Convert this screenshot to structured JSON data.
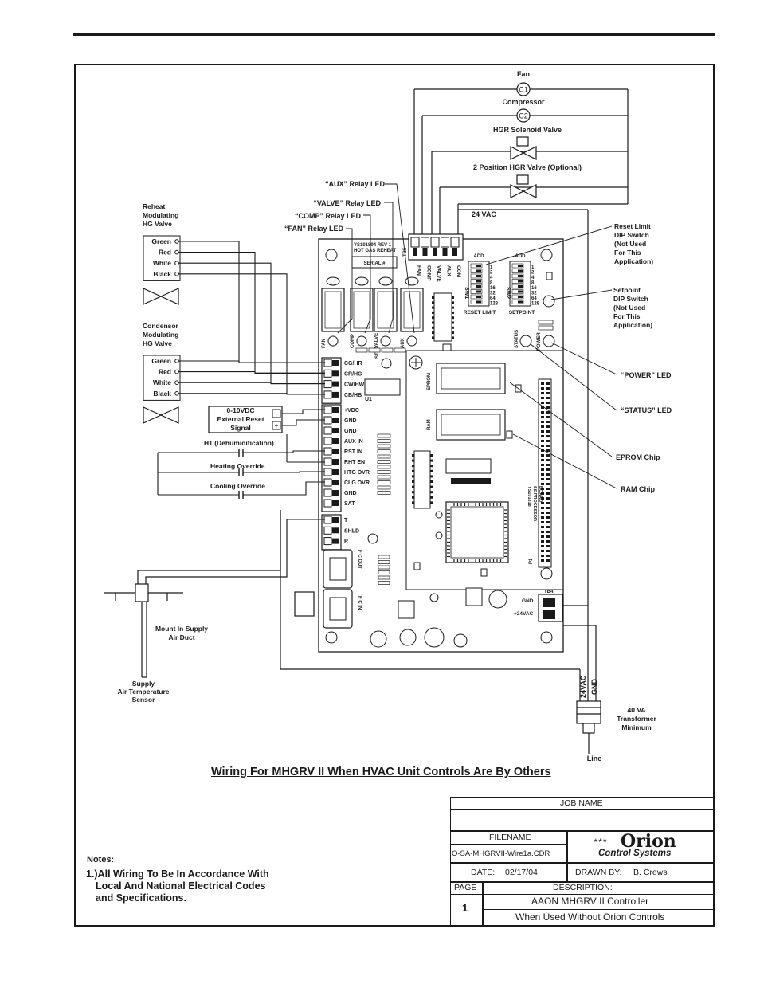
{
  "diagram": {
    "title": "Wiring For MHGRV II When HVAC Unit Controls Are By Others",
    "top_components": {
      "fan": "Fan",
      "c1": "C1",
      "compressor": "Compressor",
      "c2": "C2",
      "hgr_solenoid": "HGR Solenoid Valve",
      "hgr_2pos": "2 Position HGR Valve (Optional)",
      "vac24": "24 VAC"
    },
    "leds": {
      "aux": "“AUX” Relay LED",
      "valve": "“VALVE” Relay LED",
      "comp": "“COMP” Relay LED",
      "fan": "“FAN” Relay LED",
      "power": "“POWER” LED",
      "status": "“STATUS” LED"
    },
    "reheat": {
      "title": [
        "Reheat",
        "Modulating",
        "HG Valve"
      ],
      "wires": [
        "Green",
        "Red",
        "White",
        "Black"
      ]
    },
    "condensor": {
      "title": [
        "Condensor",
        "Modulating",
        "HG Valve"
      ],
      "wires": [
        "Green",
        "Red",
        "White",
        "Black"
      ]
    },
    "reset_signal": [
      "0-10VDC",
      "External Reset",
      "Signal"
    ],
    "overrides": {
      "h1": "H1 (Dehumidification)",
      "heating": "Heating Override",
      "cooling": "Cooling Override"
    },
    "right_labels": {
      "reset_limit_dip": [
        "Reset Limit",
        "DIP Switch",
        "(Not Used",
        "For This",
        "Application)"
      ],
      "setpoint_dip": [
        "Setpoint",
        "DIP Switch",
        "(Not Used",
        "For This",
        "Application)"
      ],
      "eprom": "EPROM Chip",
      "ram": "RAM Chip"
    },
    "board": {
      "part": "YS101894 REV 1",
      "name": "HOT GAS REHEAT",
      "serial": "SERIAL #",
      "tb5": "TB5",
      "relay_terms": [
        "FAN",
        "COMP",
        "VALVE",
        "AUX",
        "COM"
      ],
      "relay_labels": [
        "FAN",
        "COMP",
        "VALVE",
        "AUX"
      ],
      "add": "ADD",
      "sw1": "SW1",
      "sw2": "SW2",
      "dip_values": [
        "1",
        "2",
        "4",
        "8",
        "16",
        "32",
        "64",
        "128"
      ],
      "reset_limit": "RESET LIMIT",
      "setpoint": "SETPOINT",
      "status": "STATUS",
      "power": "POWER",
      "step": "STEP",
      "eprom": "EPROM",
      "ram": "RAM",
      "u1": "U1",
      "processor": [
        "YS101818",
        "SS PROCESSOR",
        "BOARD"
      ],
      "p1": "P1",
      "valve_terms": [
        "CG/HR",
        "CR/HG",
        "CW/HW",
        "CB/HB"
      ],
      "io_terms": [
        "+VDC",
        "GND",
        "GND",
        "AUX IN",
        "RST IN",
        "RHT EN",
        "HTG OVR",
        "CLG OVR",
        "GND",
        "SAT"
      ],
      "comm_terms": [
        "T",
        "SHLD",
        "R"
      ],
      "fc_out": "F C OUT",
      "fc_in": "F C IN",
      "tb4": "TB4",
      "gnd": "GND",
      "vac": "+24VAC"
    },
    "sensor": {
      "mount": [
        "Mount In Supply",
        "Air Duct"
      ],
      "name": [
        "Supply",
        "Air Temperature",
        "Sensor"
      ]
    },
    "transformer": {
      "vac": "24VAC",
      "gnd": "GND",
      "desc": [
        "40 VA",
        "Transformer",
        "Minimum"
      ],
      "line": "Line"
    }
  },
  "notes": {
    "heading": "Notes:",
    "line1": "1.)All Wiring To Be In Accordance With",
    "line2": "Local And National Electrical Codes",
    "line3": "and Specifications."
  },
  "title_block": {
    "job_name_label": "JOB NAME",
    "filename_label": "FILENAME",
    "filename": "O-SA-MHGRVII-Wire1a.CDR",
    "logo_stars": "***",
    "logo_name": "Orion",
    "logo_sub": "Control Systems",
    "date_label": "DATE:",
    "date": "02/17/04",
    "drawn_by_label": "DRAWN BY:",
    "drawn_by": "B. Crews",
    "page_label": "PAGE",
    "page": "1",
    "description_label": "DESCRIPTION:",
    "desc_line1": "AAON MHGRV II  Controller",
    "desc_line2": "When Used Without Orion Controls"
  }
}
